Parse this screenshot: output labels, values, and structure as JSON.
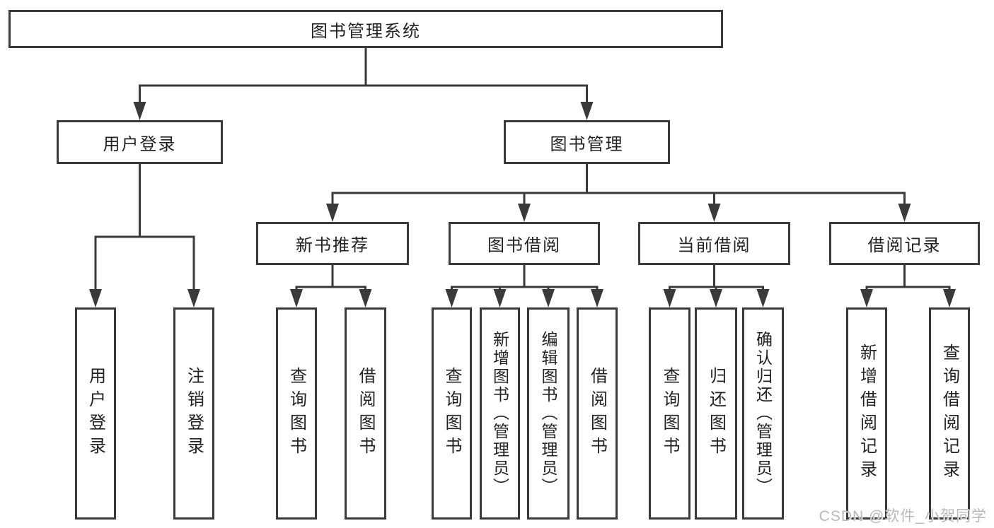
{
  "diagram": {
    "title": "图书管理系统",
    "colors": {
      "line": "#3a3a3a",
      "text": "#222222",
      "background": "#ffffff",
      "watermark": "#b9b9b9"
    },
    "nodes": [
      {
        "id": "root",
        "label": "图书管理系统",
        "parent": null
      },
      {
        "id": "user-login",
        "label": "用户登录",
        "parent": "root"
      },
      {
        "id": "book-management",
        "label": "图书管理",
        "parent": "root"
      },
      {
        "id": "new-book-recommend",
        "label": "新书推荐",
        "parent": "book-management"
      },
      {
        "id": "book-borrowing",
        "label": "图书借阅",
        "parent": "book-management"
      },
      {
        "id": "current-borrowing",
        "label": "当前借阅",
        "parent": "book-management"
      },
      {
        "id": "borrowing-records",
        "label": "借阅记录",
        "parent": "book-management"
      },
      {
        "id": "leaf-user-login",
        "label": "用户登录",
        "parent": "user-login"
      },
      {
        "id": "leaf-logout",
        "label": "注销登录",
        "parent": "user-login"
      },
      {
        "id": "leaf-nb-query",
        "label": "查询图书",
        "parent": "new-book-recommend"
      },
      {
        "id": "leaf-nb-borrow",
        "label": "借阅图书",
        "parent": "new-book-recommend"
      },
      {
        "id": "leaf-bb-query",
        "label": "查询图书",
        "parent": "book-borrowing"
      },
      {
        "id": "leaf-bb-add",
        "label": "新增图书（管理员）",
        "parent": "book-borrowing"
      },
      {
        "id": "leaf-bb-edit",
        "label": "编辑图书（管理员）",
        "parent": "book-borrowing"
      },
      {
        "id": "leaf-bb-borrow",
        "label": "借阅图书",
        "parent": "book-borrowing"
      },
      {
        "id": "leaf-cb-query",
        "label": "查询图书",
        "parent": "current-borrowing"
      },
      {
        "id": "leaf-cb-return",
        "label": "归还图书",
        "parent": "current-borrowing"
      },
      {
        "id": "leaf-cb-confirm",
        "label": "确认归还（管理员）",
        "parent": "current-borrowing"
      },
      {
        "id": "leaf-br-add",
        "label": "新增借阅记录",
        "parent": "borrowing-records"
      },
      {
        "id": "leaf-br-query",
        "label": "查询借阅记录",
        "parent": "borrowing-records"
      }
    ],
    "watermark": "CSDN @软件_小贺同学"
  }
}
